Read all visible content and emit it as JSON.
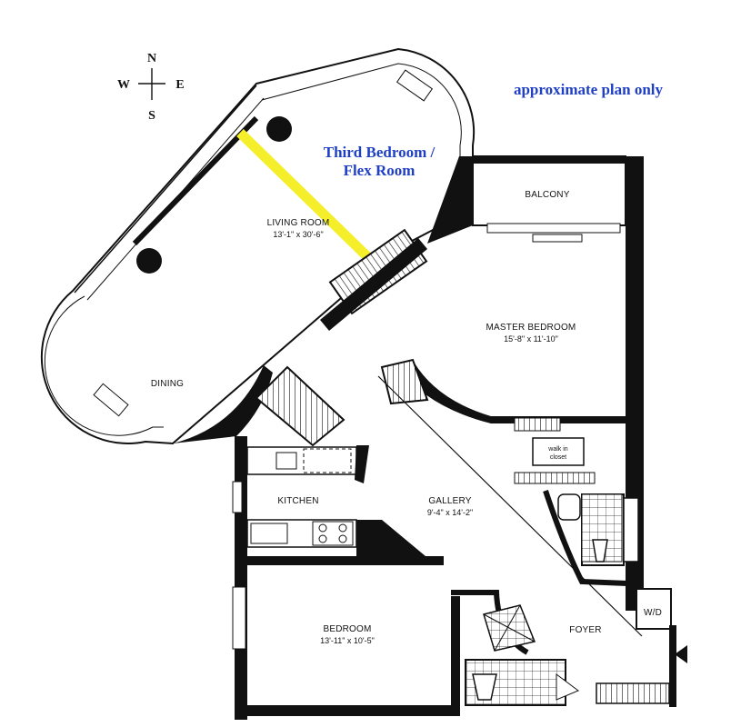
{
  "compass": {
    "north": "N",
    "south": "S",
    "east": "E",
    "west": "W"
  },
  "note": "approximate plan only",
  "flex_label": {
    "line1": "Third Bedroom /",
    "line2": "Flex Room"
  },
  "rooms": {
    "living": {
      "name": "LIVING ROOM",
      "dims": "13'-1\" x 30'-6\""
    },
    "dining": {
      "name": "DINING"
    },
    "balcony": {
      "name": "BALCONY"
    },
    "master": {
      "name": "MASTER BEDROOM",
      "dims": "15'-8\" x 11'-10\""
    },
    "walkin": {
      "line1": "walk in",
      "line2": "closet"
    },
    "kitchen": {
      "name": "KITCHEN"
    },
    "gallery": {
      "name": "GALLERY",
      "dims": "9'-4\" x 14'-2\""
    },
    "bedroom": {
      "name": "BEDROOM",
      "dims": "13'-11\" x 10'-5\""
    },
    "foyer": {
      "name": "FOYER"
    },
    "wd": {
      "name": "W/D"
    }
  },
  "colors": {
    "wall": "#111111",
    "highlight": "#f5ee2a",
    "annotation": "#1f3fc4",
    "paper": "#ffffff"
  }
}
